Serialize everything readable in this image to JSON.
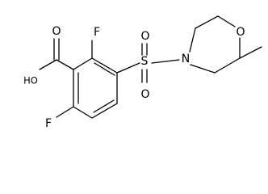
{
  "molecule": {
    "atom_labels": {
      "fluorine_top": "F",
      "fluorine_bottom": "F",
      "carboxyl_oxygen": "O",
      "hydroxyl": "HO",
      "sulfur": "S",
      "sulfonyl_oxygen_top": "O",
      "sulfonyl_oxygen_bottom": "O",
      "morpholine_nitrogen": "N",
      "morpholine_oxygen": "O"
    }
  }
}
